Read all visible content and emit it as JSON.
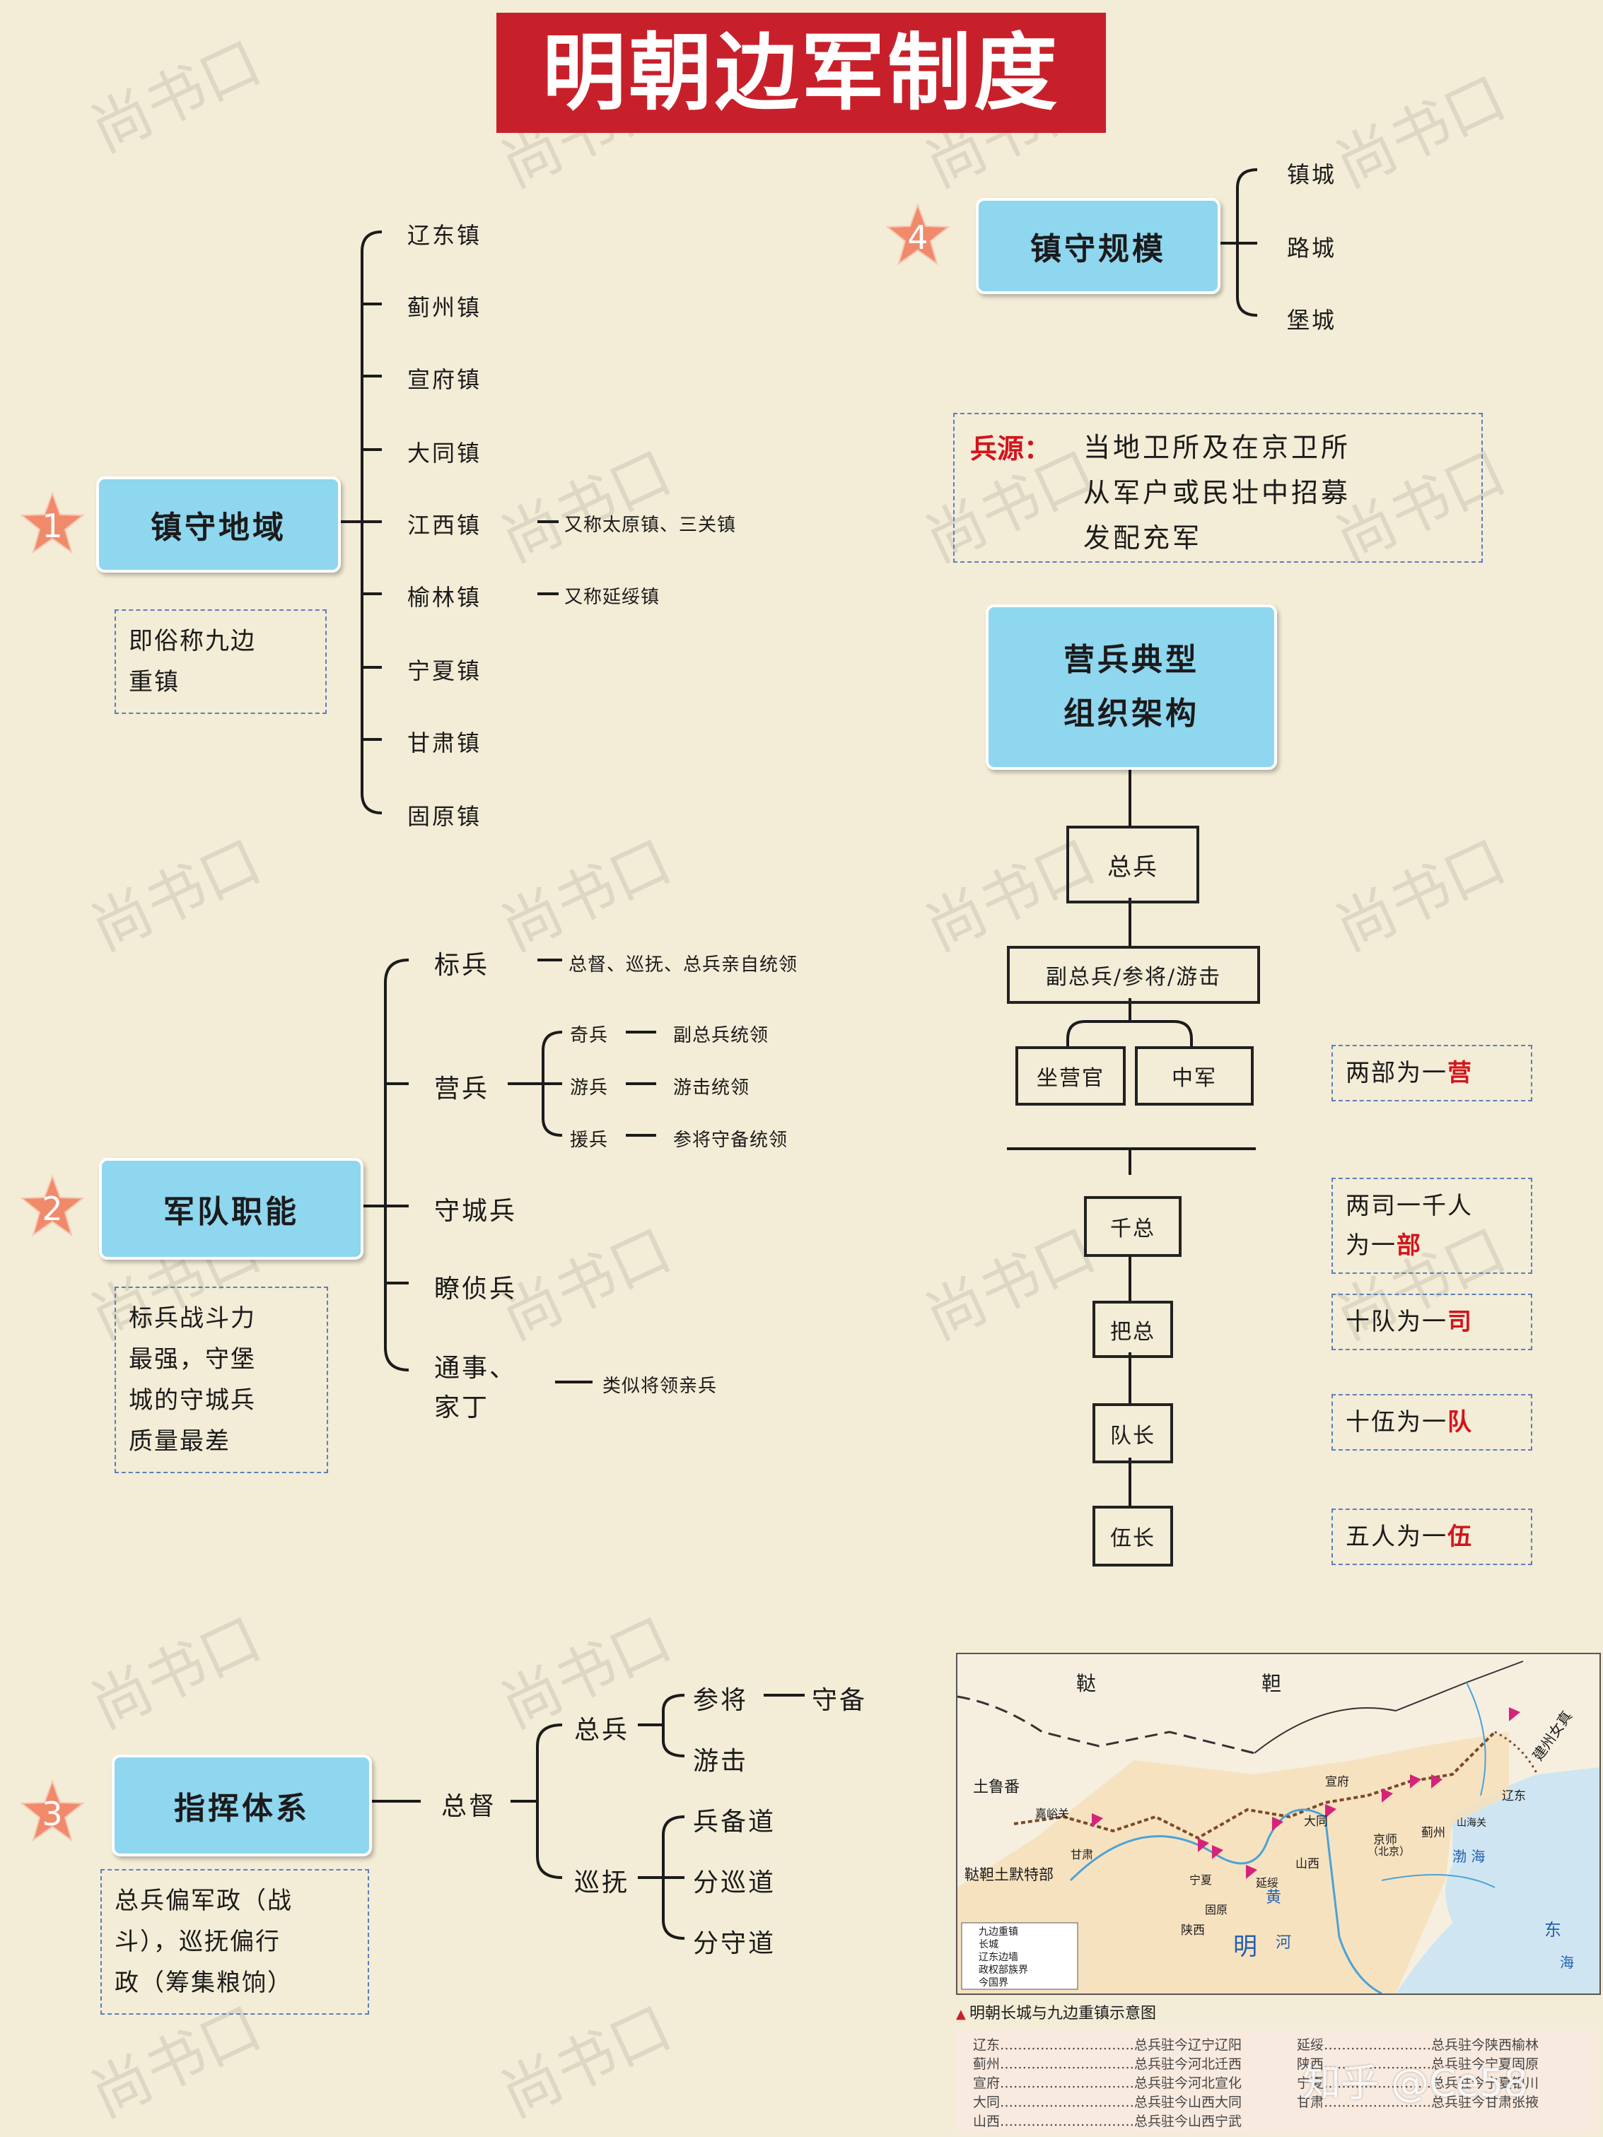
{
  "title": "明朝边军制度",
  "watermark": "尚书口",
  "attribution": "知乎 @Ce58",
  "colors": {
    "title_bg": "#c8202b",
    "node_bg": "#8fd6ef",
    "star": "#f08a6b",
    "accent": "#d3141c"
  },
  "section1": {
    "num": "1",
    "label": "镇守地域",
    "note_lines": [
      "即俗称九边",
      "重镇"
    ],
    "towns": [
      "辽东镇",
      "蓟州镇",
      "宣府镇",
      "大同镇",
      "江西镇",
      "榆林镇",
      "宁夏镇",
      "甘肃镇",
      "固原镇"
    ],
    "town_notes": {
      "jiangxi": "又称太原镇、三关镇",
      "yulin": "又称延绥镇"
    }
  },
  "section2": {
    "num": "2",
    "label": "军队职能",
    "note_lines": [
      "标兵战斗力",
      "最强，守堡",
      "城的守城兵",
      "质量最差"
    ],
    "biaobing": "标兵",
    "biaobing_note": "总督、巡抚、总兵亲自统领",
    "yingbing": "营兵",
    "yingbing_children": [
      {
        "name": "奇兵",
        "note": "副总兵统领"
      },
      {
        "name": "游兵",
        "note": "游击统领"
      },
      {
        "name": "援兵",
        "note": "参将守备统领"
      }
    ],
    "shouchengbing": "守城兵",
    "liaozhenbing": "瞭侦兵",
    "tongshi": [
      "通事、",
      "家丁"
    ],
    "tongshi_note": "类似将领亲兵"
  },
  "section3": {
    "num": "3",
    "label": "指挥体系",
    "note_lines": [
      "总兵偏军政（战",
      "斗），巡抚偏行",
      "政（筹集粮饷）"
    ],
    "zongdu": "总督",
    "zongbing": "总兵",
    "xunfu": "巡抚",
    "canjiang": "参将",
    "shoubei": "守备",
    "youji": "游击",
    "daos": [
      "兵备道",
      "分巡道",
      "分守道"
    ]
  },
  "section4": {
    "num": "4",
    "label": "镇守规模",
    "items": [
      "镇城",
      "路城",
      "堡城"
    ]
  },
  "bingyuan": {
    "label": "兵源：",
    "lines": [
      "当地卫所及在京卫所",
      "从军户或民壮中招募",
      "发配充军"
    ]
  },
  "org": {
    "title_lines": [
      "营兵典型",
      "组织架构"
    ],
    "zongbing": "总兵",
    "fuzongbing": "副总兵/参将/游击",
    "zuoyingguan": "坐营官",
    "zhongjun": "中军",
    "qianzong": "千总",
    "bazong": "把总",
    "duizhang": "队长",
    "wuzhang": "伍长"
  },
  "units": {
    "ying": {
      "pre": "两部为一",
      "key": "营"
    },
    "bu": {
      "line1": "两司一千人",
      "pre": "为一",
      "key": "部"
    },
    "si": {
      "pre": "十队为一",
      "key": "司"
    },
    "dui": {
      "pre": "十伍为一",
      "key": "队"
    },
    "wu": {
      "pre": "五人为一",
      "key": "伍"
    }
  },
  "map": {
    "caption": "明朝长城与九边重镇示意图",
    "labels": {
      "dada": "鞑",
      "jing": "靼",
      "tulufan": "土鲁番",
      "jiayuguan": "嘉峪关",
      "dadatumote": "鞑靼土默特部",
      "ming": "明",
      "jianzhou": "建州女真",
      "xuanfu": "宣府",
      "datong": "大同",
      "jingshi": "京师",
      "beijing": "（北京）",
      "jizhou": "蓟州",
      "shanhaiguan": "山海关",
      "liaodong": "辽东",
      "yansui": "延绥",
      "ningxia": "宁夏",
      "shanxi": "山西",
      "guyuan": "固原",
      "gansu": "甘肃",
      "shaanxi": "陕西",
      "bohai": "渤 海",
      "donghai": "东",
      "hai": "海",
      "he": "河",
      "huang": "黄"
    },
    "legend": [
      "九边重镇",
      "长城",
      "辽东边墙",
      "政权部族界",
      "今国界"
    ],
    "table_left": [
      [
        "辽东",
        "总兵驻今辽宁辽阳"
      ],
      [
        "蓟州",
        "总兵驻今河北迁西"
      ],
      [
        "宣府",
        "总兵驻今河北宣化"
      ],
      [
        "大同",
        "总兵驻今山西大同"
      ],
      [
        "山西",
        "总兵驻今山西宁武"
      ]
    ],
    "table_right": [
      [
        "延绥",
        "总兵驻今陕西榆林"
      ],
      [
        "陕西",
        "总兵驻今宁夏固原"
      ],
      [
        "宁夏",
        "总兵驻今宁夏银川"
      ],
      [
        "甘肃",
        "总兵驻今甘肃张掖"
      ]
    ]
  }
}
